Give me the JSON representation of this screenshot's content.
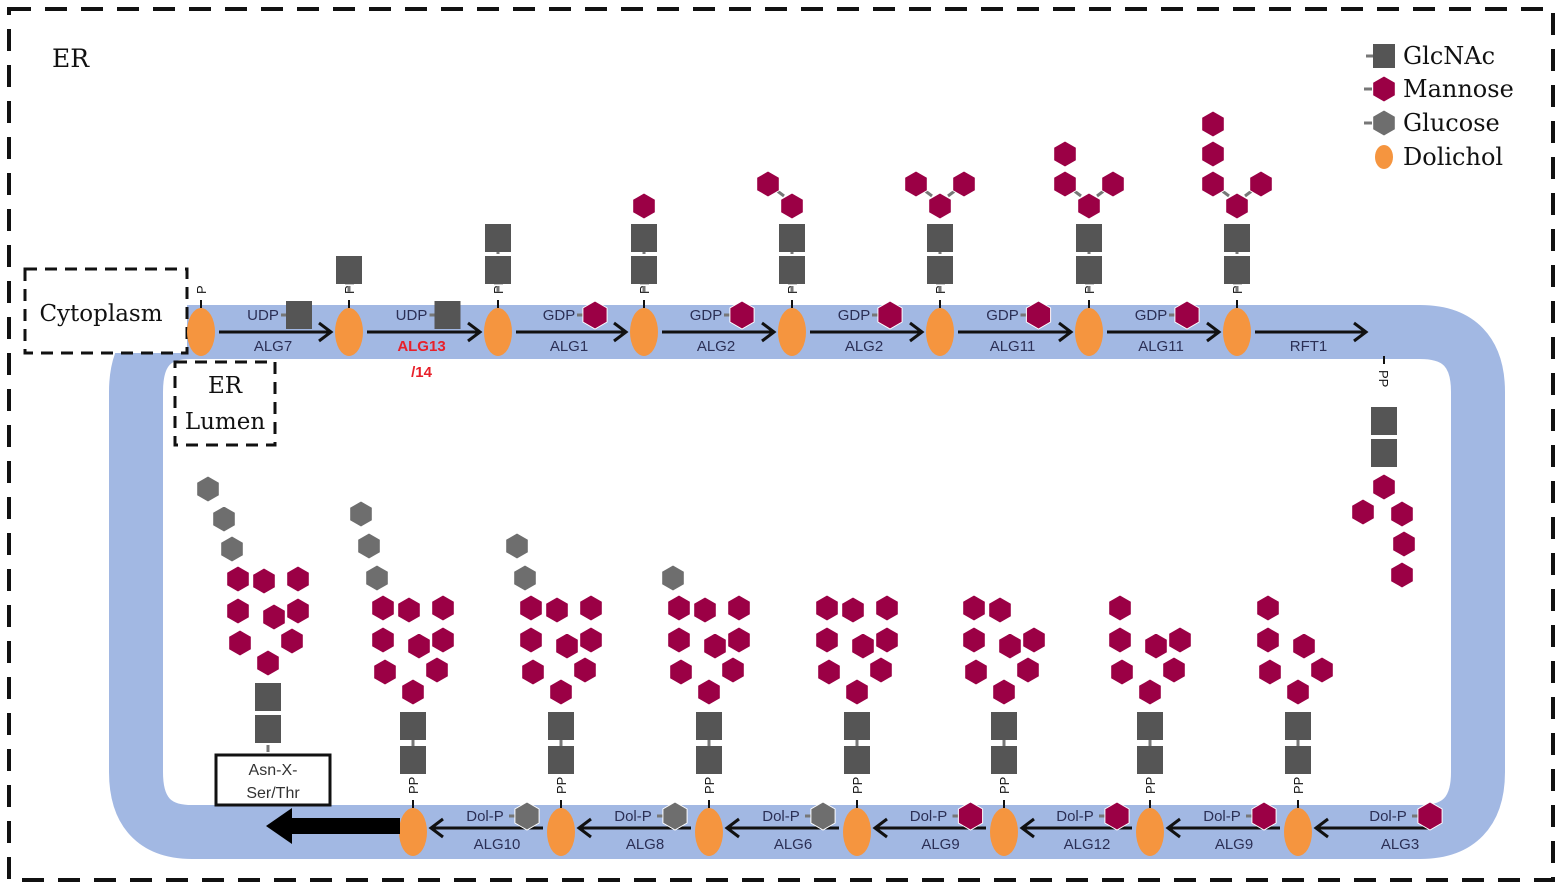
{
  "title": "N-glycan precursor biosynthesis on the ER membrane",
  "regions": {
    "outer": "ER",
    "cytoplasm": "Cytoplasm",
    "lumen_line1": "ER",
    "lumen_line2": "Lumen"
  },
  "legend": [
    {
      "label": "GlcNAc",
      "shape": "square",
      "color": "#555555"
    },
    {
      "label": "Mannose",
      "shape": "hexagon",
      "color": "#9b0045"
    },
    {
      "label": "Glucose",
      "shape": "hexagon",
      "color": "#6e6e6e"
    },
    {
      "label": "Dolichol",
      "shape": "oval",
      "color": "#f5953f"
    }
  ],
  "colors": {
    "membrane": "#a2b8e3",
    "glcnac": "#555555",
    "mannose": "#9b0045",
    "glucose": "#6e6e6e",
    "dolichol": "#f5953f",
    "highlight_enzyme": "#e8202a"
  },
  "cytoplasmic_steps": [
    {
      "donor": "UDP",
      "sugar": "glcnac",
      "enzyme": "ALG7",
      "highlight": false
    },
    {
      "donor": "UDP",
      "sugar": "glcnac",
      "enzyme": "ALG13",
      "enzyme_line2": "/14",
      "highlight": true
    },
    {
      "donor": "GDP",
      "sugar": "mannose",
      "enzyme": "ALG1",
      "highlight": false
    },
    {
      "donor": "GDP",
      "sugar": "mannose",
      "enzyme": "ALG2",
      "highlight": false
    },
    {
      "donor": "GDP",
      "sugar": "mannose",
      "enzyme": "ALG2",
      "highlight": false
    },
    {
      "donor": "GDP",
      "sugar": "mannose",
      "enzyme": "ALG11",
      "highlight": false
    },
    {
      "donor": "GDP",
      "sugar": "mannose",
      "enzyme": "ALG11",
      "highlight": false
    },
    {
      "donor": "",
      "sugar": "",
      "enzyme": "RFT1",
      "highlight": false
    }
  ],
  "cytoplasmic_intermediates": [
    {
      "phosphate": "P",
      "glcnac": 0,
      "mannose": 0
    },
    {
      "phosphate": "PP",
      "glcnac": 1,
      "mannose": 0
    },
    {
      "phosphate": "PP",
      "glcnac": 2,
      "mannose": 0
    },
    {
      "phosphate": "PP",
      "glcnac": 2,
      "mannose": 1
    },
    {
      "phosphate": "PP",
      "glcnac": 2,
      "mannose": 2
    },
    {
      "phosphate": "PP",
      "glcnac": 2,
      "mannose": 3
    },
    {
      "phosphate": "PP",
      "glcnac": 2,
      "mannose": 4
    },
    {
      "phosphate": "PP",
      "glcnac": 2,
      "mannose": 5
    }
  ],
  "flipped_intermediate": {
    "phosphate": "PP",
    "glcnac": 2,
    "mannose": 5
  },
  "luminal_steps": [
    {
      "donor": "Dol-P",
      "sugar": "mannose",
      "enzyme": "ALG3"
    },
    {
      "donor": "Dol-P",
      "sugar": "mannose",
      "enzyme": "ALG9"
    },
    {
      "donor": "Dol-P",
      "sugar": "mannose",
      "enzyme": "ALG12"
    },
    {
      "donor": "Dol-P",
      "sugar": "mannose",
      "enzyme": "ALG9"
    },
    {
      "donor": "Dol-P",
      "sugar": "glucose",
      "enzyme": "ALG6"
    },
    {
      "donor": "Dol-P",
      "sugar": "glucose",
      "enzyme": "ALG8"
    },
    {
      "donor": "Dol-P",
      "sugar": "glucose",
      "enzyme": "ALG10"
    }
  ],
  "luminal_intermediates": [
    {
      "phosphate": "PP",
      "glcnac": 2,
      "mannose": 6,
      "glucose": 0
    },
    {
      "phosphate": "PP",
      "glcnac": 2,
      "mannose": 7,
      "glucose": 0
    },
    {
      "phosphate": "PP",
      "glcnac": 2,
      "mannose": 8,
      "glucose": 0
    },
    {
      "phosphate": "PP",
      "glcnac": 2,
      "mannose": 9,
      "glucose": 0
    },
    {
      "phosphate": "PP",
      "glcnac": 2,
      "mannose": 9,
      "glucose": 1
    },
    {
      "phosphate": "PP",
      "glcnac": 2,
      "mannose": 9,
      "glucose": 2
    },
    {
      "phosphate": "PP",
      "glcnac": 2,
      "mannose": 9,
      "glucose": 3
    }
  ],
  "final_product": {
    "glcnac": 2,
    "mannose": 9,
    "glucose": 3
  },
  "acceptor": {
    "line1": "Asn-X-",
    "line2": "Ser/Thr"
  }
}
